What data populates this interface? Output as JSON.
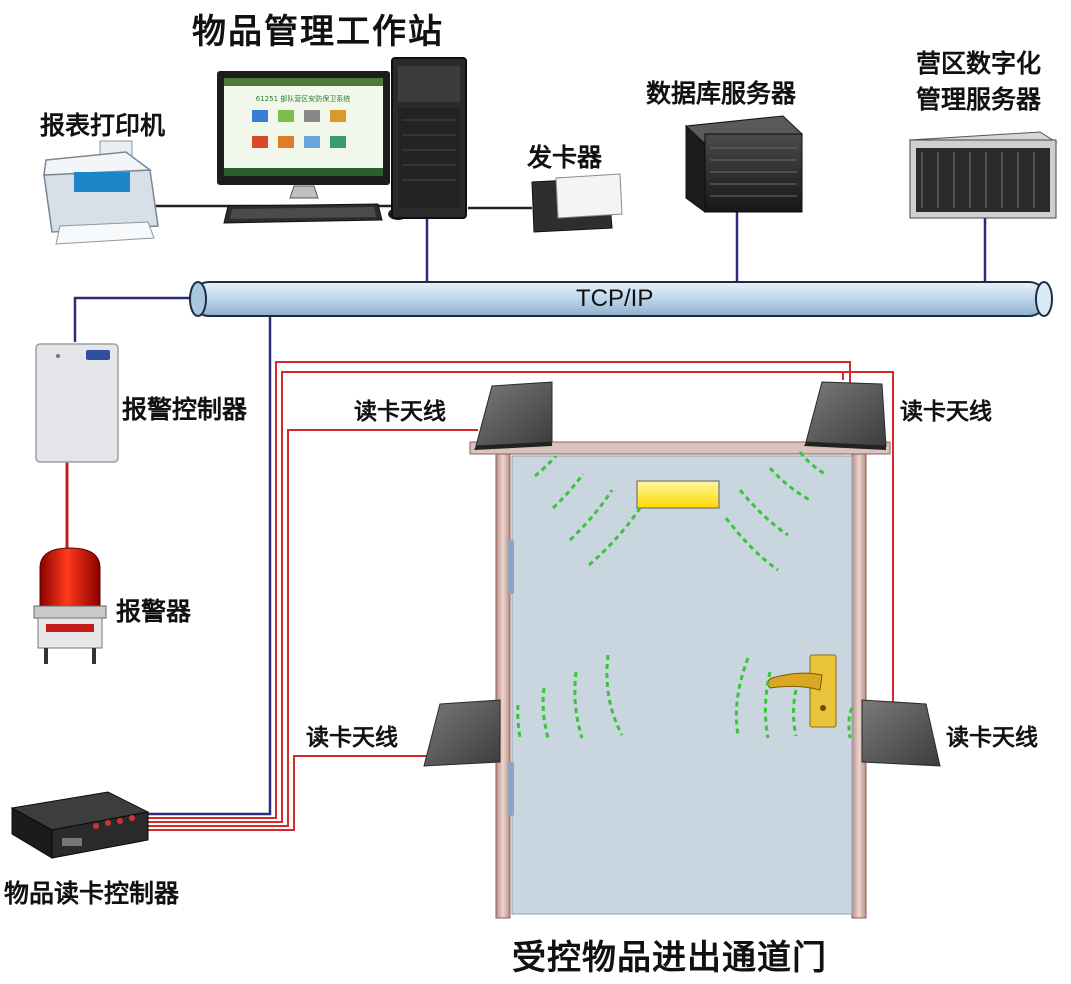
{
  "title": "物品管理工作站",
  "devices": {
    "printer": "报表打印机",
    "card_issuer": "发卡器",
    "db_server": "数据库服务器",
    "camp_server_line1": "营区数字化",
    "camp_server_line2": "管理服务器",
    "alarm_controller": "报警控制器",
    "alarm": "报警器",
    "reader_controller": "物品读卡控制器"
  },
  "network": {
    "bus_label": "TCP/IP"
  },
  "antennas": {
    "top_left": "读卡天线",
    "top_right": "读卡天线",
    "mid_left": "读卡天线",
    "mid_right": "读卡天线"
  },
  "door_caption": "受控物品进出通道门",
  "monitor_screen_title": "61251 部队营区安防保卫系统",
  "colors": {
    "bus_fill": "#bcd6ea",
    "signal_wire": "#d42a2a",
    "data_wire": "#2a2e7a",
    "door_panel": "#c9d6e0",
    "wave": "#39c43c",
    "door_lamp": "#ffe83a"
  }
}
